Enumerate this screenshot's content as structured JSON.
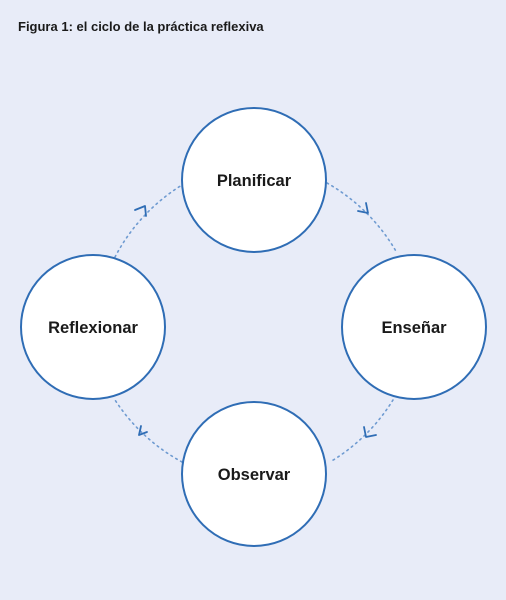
{
  "figure": {
    "title": "Figura 1: el ciclo de la práctica reflexiva"
  },
  "nodes": {
    "planificar": "Planificar",
    "ensenar": "Enseñar",
    "observar": "Observar",
    "reflexionar": "Reflexionar"
  },
  "colors": {
    "background": "#e8ecf8",
    "circle_stroke": "#2f6db5",
    "circle_fill": "#ffffff",
    "connector": "#6f9bd1",
    "text": "#1a1a1a"
  },
  "icons": {
    "arrow": "chevron-arrow-icon"
  }
}
